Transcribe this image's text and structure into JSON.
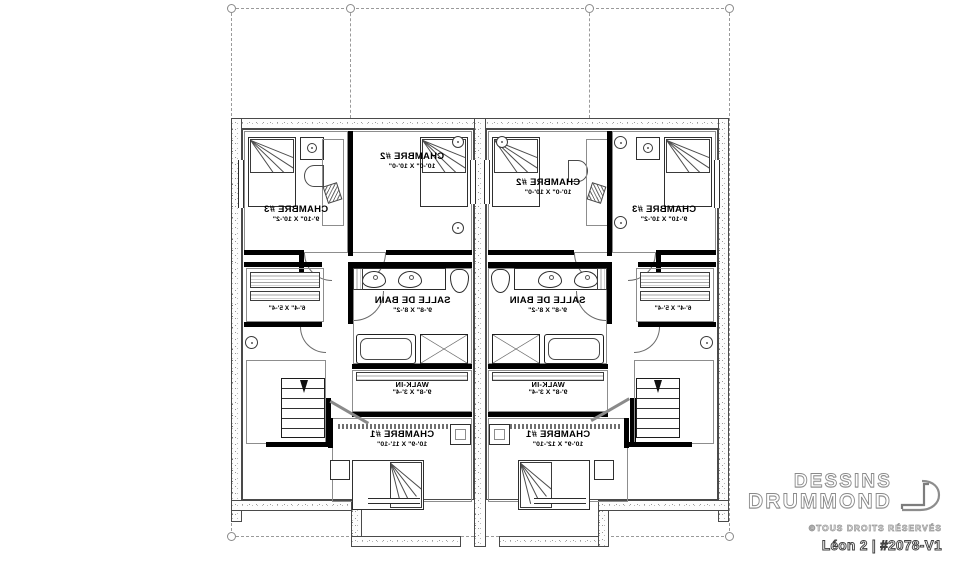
{
  "document": {
    "type": "architectural-floor-plan",
    "description": "Second floor plan of a semi-detached / duplex house, two mirrored units",
    "background_color": "#ffffff",
    "line_color": "#000000"
  },
  "branding": {
    "line1": "DESSINS",
    "line2": "DRUMMOND",
    "copyright": "©TOUS DROITS RÉSERVÉS",
    "plan_name": "Léon 2",
    "separator": "|",
    "plan_number": "#2078-V1",
    "plan_id_full": "Léon 2 | #2078-V1",
    "logo_icon": "drummond-d-logo",
    "text_color": "#8a8a8a"
  },
  "units": [
    {
      "id": "left-unit",
      "mirrored": true,
      "rooms": [
        {
          "key": "chambre3",
          "name": "CHAMBRE #3",
          "dimensions": "9'-10\" X 10'-2\""
        },
        {
          "key": "chambre2",
          "name": "CHAMBRE #2",
          "dimensions": "10'-0\" X 10'-0\""
        },
        {
          "key": "bain",
          "name": "SALLE DE BAIN",
          "dimensions": "9'-8\" X 8'-2\""
        },
        {
          "key": "walkin",
          "name": "WALK-IN",
          "dimensions": "9'-8\" X 3'-4\""
        },
        {
          "key": "chambre1",
          "name": "CHAMBRE #1",
          "dimensions": "10'-9\" X 11'-10\""
        },
        {
          "key": "closet",
          "name": "",
          "dimensions": "6'-4\" X 5'-4\""
        }
      ]
    },
    {
      "id": "right-unit",
      "mirrored": true,
      "rooms": [
        {
          "key": "chambre3",
          "name": "CHAMBRE #3",
          "dimensions": "9'-10\" X 10'-2\""
        },
        {
          "key": "chambre2",
          "name": "CHAMBRE #2",
          "dimensions": "10'-0\" X 10'-0\""
        },
        {
          "key": "bain",
          "name": "SALLE DE BAIN",
          "dimensions": "9'-8\" X 8'-2\""
        },
        {
          "key": "walkin",
          "name": "WALK-IN",
          "dimensions": "9'-8\" X 3'-4\""
        },
        {
          "key": "chambre1",
          "name": "CHAMBRE #1",
          "dimensions": "10'-9\" X 12'-10\""
        },
        {
          "key": "closet",
          "name": "",
          "dimensions": "6'-4\" X 5'-4\""
        }
      ]
    }
  ],
  "fixtures": {
    "bed": "bed-icon",
    "nightstand": "nightstand-icon",
    "lamp": "lamp-icon",
    "sink": "sink-icon",
    "toilet": "toilet-icon",
    "bathtub": "bathtub-icon",
    "shower": "shower-icon",
    "stairs": "staircase-icon",
    "stair_arrow": "stair-direction-arrow-icon",
    "door": "door-swing-icon",
    "window": "window-icon",
    "desk": "desk-icon",
    "chair": "chair-icon"
  },
  "grid": {
    "marker": "grid-node-circle",
    "line_style": "dashed",
    "line_color": "#9a9a9a"
  }
}
